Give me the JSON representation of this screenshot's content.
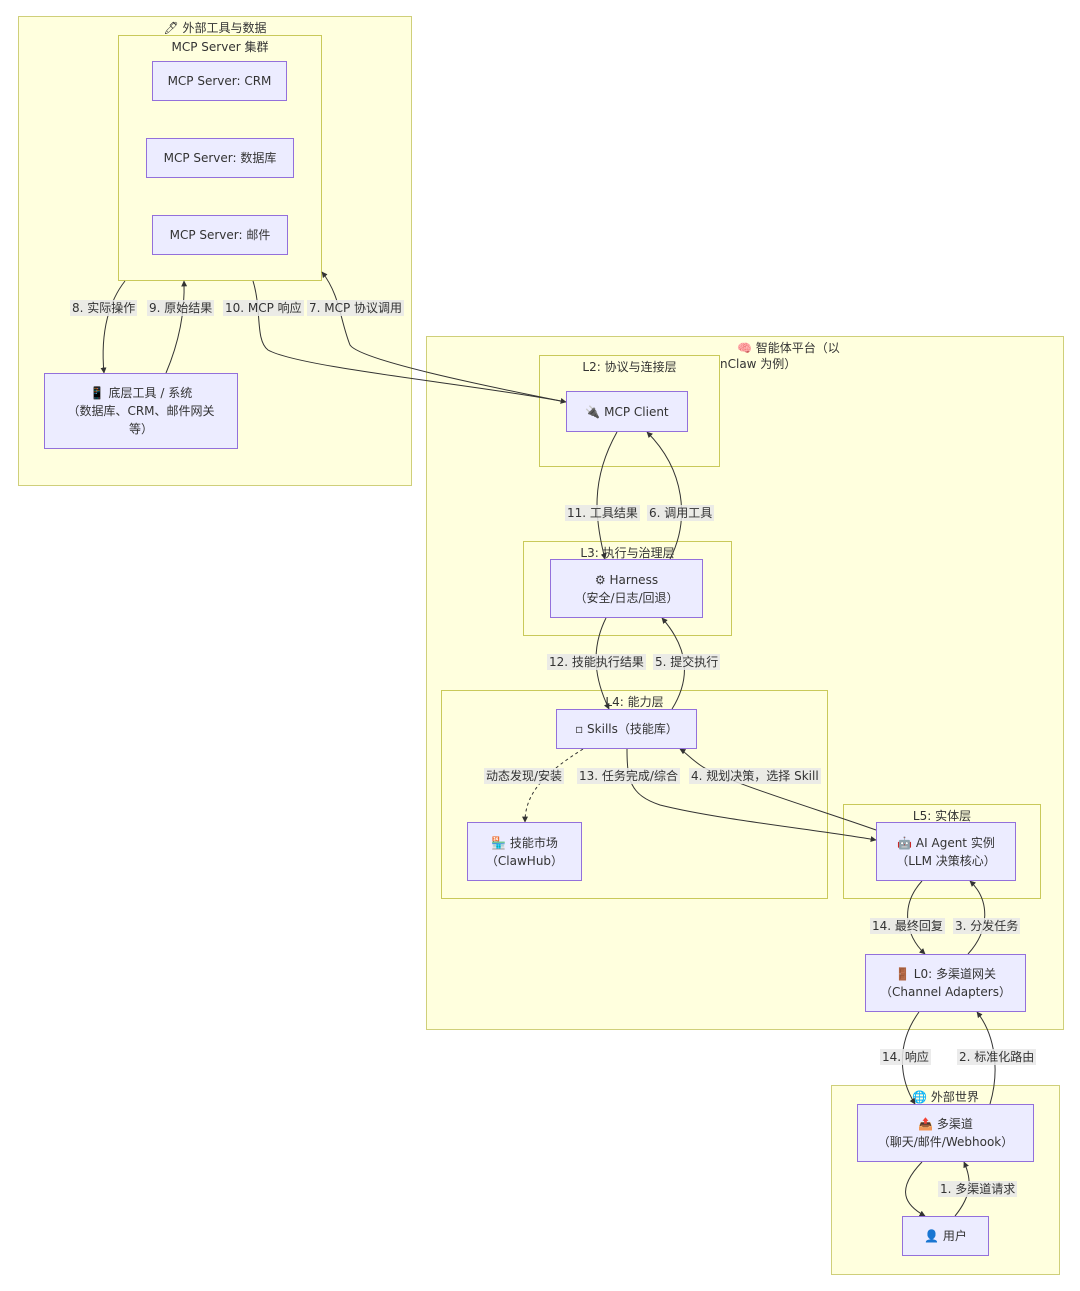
{
  "clusters": {
    "external_tools": "🖊 外部工具与数据",
    "mcp_cluster": "MCP Server 集群",
    "agent_platform_line1": "🧠 智能体平台（以",
    "agent_platform_line2": "nClaw 为例）",
    "l2": "L2: 协议与连接层",
    "l3": "L3: 执行与治理层",
    "l4": "L4: 能力层",
    "l5": "L5: 实体层",
    "outside_world": "🌐 外部世界"
  },
  "nodes": {
    "mcp_crm": "MCP Server: CRM",
    "mcp_db": "MCP Server: 数据库",
    "mcp_mail": "MCP Server: 邮件",
    "base_tools_l1": "📱 底层工具 / 系统",
    "base_tools_l2": "（数据库、CRM、邮件网关",
    "base_tools_l3": "等）",
    "mcp_client": "🔌 MCP Client",
    "harness_l1": "⚙ Harness",
    "harness_l2": "（安全/日志/回退）",
    "skills": "▫ Skills（技能库）",
    "market_l1": "🏪 技能市场",
    "market_l2": "（ClawHub）",
    "agent_l1": "🤖 AI Agent 实例",
    "agent_l2": "（LLM 决策核心）",
    "gateway_l1": "🚪 L0: 多渠道网关",
    "gateway_l2": "（Channel Adapters）",
    "channels_l1": "📤 多渠道",
    "channels_l2": "（聊天/邮件/Webhook）",
    "user": "👤 用户"
  },
  "edges": {
    "e8": "8. 实际操作",
    "e9": "9. 原始结果",
    "e10": "10. MCP 响应",
    "e7": "7. MCP 协议调用",
    "e11": "11. 工具结果",
    "e6": "6. 调用工具",
    "e12": "12. 技能执行结果",
    "e5": "5. 提交执行",
    "e_discover": "动态发现/安装",
    "e13": "13. 任务完成/综合",
    "e4": "4. 规划决策，选择 Skill",
    "e14a": "14. 最终回复",
    "e3": "3. 分发任务",
    "e14b": "14. 响应",
    "e2": "2. 标准化路由",
    "e1": "1. 多渠道请求"
  },
  "colors": {
    "cluster_fill": "#ffffde",
    "cluster_border": "#cfcf7a",
    "node_fill": "#ececff",
    "node_border": "#9370db",
    "edge": "#333333"
  }
}
